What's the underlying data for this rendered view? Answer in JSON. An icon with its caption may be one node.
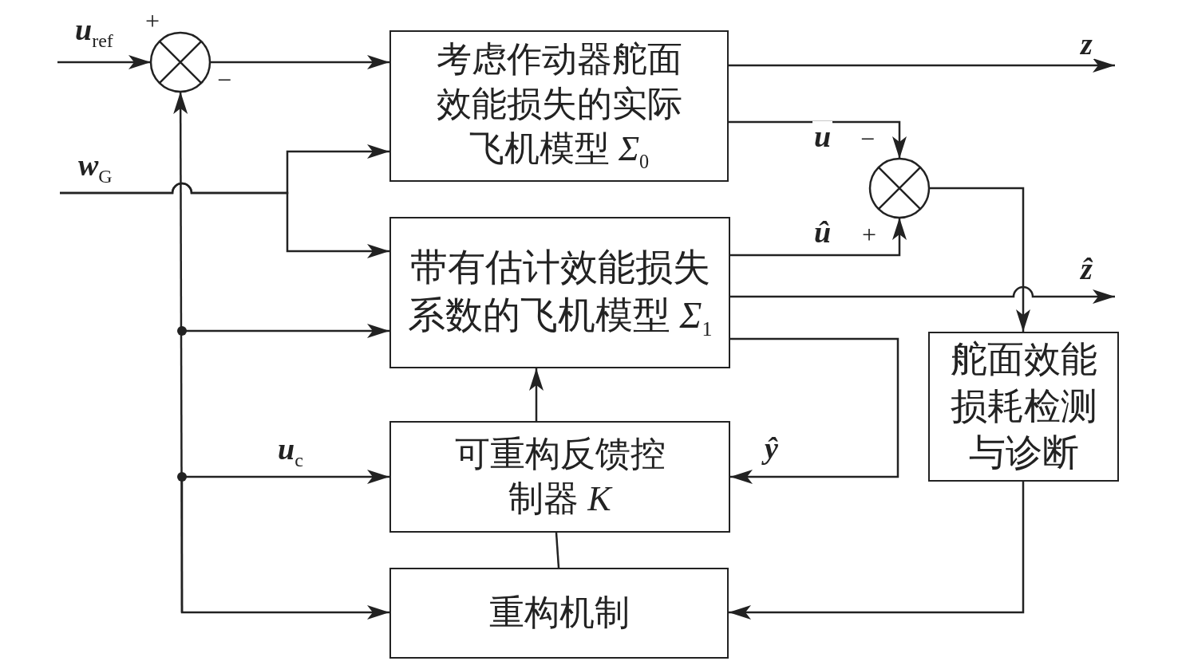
{
  "diagram": {
    "nodes": [
      {
        "text": [],
        "shape": "circle",
        "beside": [
          "+",
          "−"
        ]
      },
      {
        "text": [
          "考虑作动器舵面效能损失的实际飞机模型 *Σ*$_{0}$"
        ]
      },
      {
        "text": [],
        "shape": "circle",
        "beside": [
          "−",
          "+"
        ]
      },
      {
        "text": [
          "带有估计效能损失系数的飞机模型 *Σ*$_{1}$"
        ]
      },
      {
        "text": [
          "舵面效能损耗检测与诊断"
        ]
      },
      {
        "text": [
          "可重构反馈控制器 *K*"
        ]
      },
      {
        "text": [
          "重构机制"
        ]
      }
    ],
    "edges": [
      {
        "from": null,
        "to": 0,
        "arrow": "to",
        "label": "u$_{ref}$"
      },
      {
        "from": 0,
        "to": 1,
        "arrow": "to"
      },
      {
        "from": null,
        "to": 1,
        "arrow": "to",
        "label": "w$_{G}$"
      },
      {
        "from": null,
        "to": 3,
        "arrow": "to"
      },
      {
        "from": 1,
        "to": null,
        "arrow": "to",
        "label": "z"
      },
      {
        "from": 1,
        "to": 2,
        "arrow": "to",
        "label": "u"
      },
      {
        "from": 3,
        "to": 2,
        "arrow": "to",
        "label": "û"
      },
      {
        "from": 2,
        "to": 4,
        "arrow": "to"
      },
      {
        "from": 3,
        "to": null,
        "arrow": "to",
        "label": "ẑ"
      },
      {
        "from": null,
        "to": 0,
        "arrow": "to"
      },
      {
        "from": null,
        "to": 3,
        "arrow": "to"
      },
      {
        "from": null,
        "to": 5,
        "arrow": "to",
        "label": "u$_{c}$"
      },
      {
        "from": null,
        "to": 6,
        "arrow": "to"
      },
      {
        "from": 5,
        "to": 3,
        "arrow": "to"
      },
      {
        "from": 3,
        "to": 5,
        "arrow": "to",
        "label": "ŷ"
      },
      {
        "from": 6,
        "to": 5,
        "arrow": "none"
      },
      {
        "from": 4,
        "to": 6,
        "arrow": "to"
      }
    ]
  }
}
